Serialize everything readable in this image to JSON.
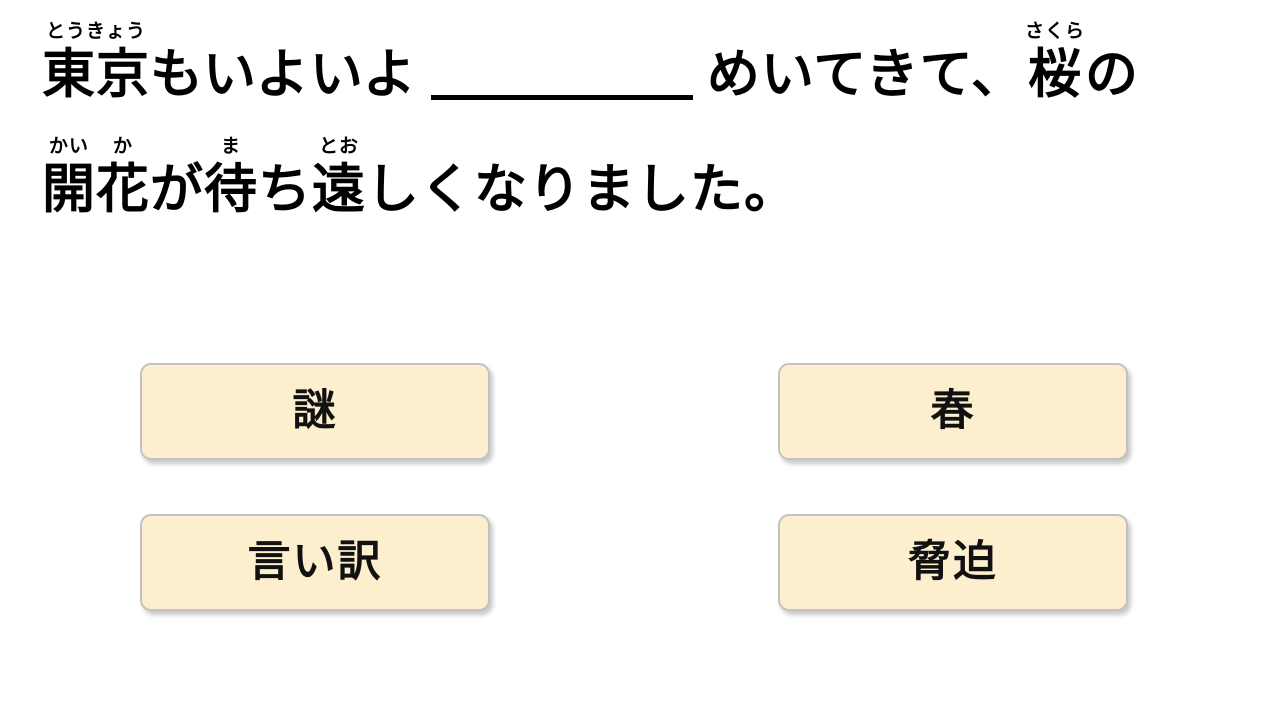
{
  "question": {
    "line1": [
      {
        "type": "ruby",
        "base": "東京",
        "ruby": "とうきょう"
      },
      {
        "type": "plain",
        "base": "もいよいよ"
      },
      {
        "type": "blank",
        "base": ""
      },
      {
        "type": "plain",
        "base": "めいてきて、"
      },
      {
        "type": "ruby",
        "base": "桜",
        "ruby": "さくら"
      },
      {
        "type": "plain",
        "base": "の"
      }
    ],
    "line2": [
      {
        "type": "ruby",
        "base": "開",
        "ruby": "かい"
      },
      {
        "type": "ruby",
        "base": "花",
        "ruby": "か"
      },
      {
        "type": "plain",
        "base": "が"
      },
      {
        "type": "ruby",
        "base": "待",
        "ruby": "ま"
      },
      {
        "type": "plain",
        "base": "ち"
      },
      {
        "type": "ruby",
        "base": "遠",
        "ruby": "とお"
      },
      {
        "type": "plain",
        "base": "しくなりました。"
      }
    ],
    "full_text": "東京もいよいよ ＿＿＿＿ めいてきて、桜の開花が待ち遠しくなりました。",
    "blank_marker": "＿＿＿＿"
  },
  "choices": [
    {
      "id": "choice-1",
      "label": "謎",
      "position": "top-left"
    },
    {
      "id": "choice-2",
      "label": "春",
      "position": "top-right"
    },
    {
      "id": "choice-3",
      "label": "言い訳",
      "position": "bottom-left"
    },
    {
      "id": "choice-4",
      "label": "脅迫",
      "position": "bottom-right"
    }
  ],
  "theme": {
    "background": "#ffffff",
    "text_color": "#000000",
    "choice_fill": "#fdefce",
    "choice_border": "#c2c2c2",
    "blank_line_color": "#000000"
  }
}
